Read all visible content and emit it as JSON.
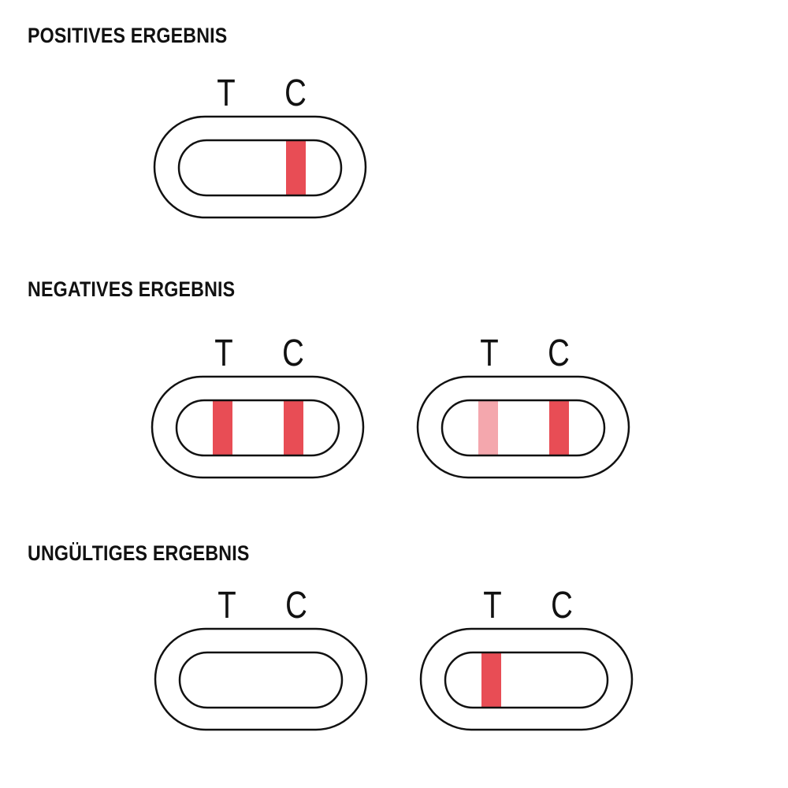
{
  "sections": [
    {
      "title": "POSITIVES ERGEBNIS",
      "cassettes": [
        {
          "t_label": "T",
          "c_label": "C",
          "lines": [
            {
              "position": "C",
              "intensity": "strong"
            }
          ]
        }
      ]
    },
    {
      "title": "NEGATIVES ERGEBNIS",
      "cassettes": [
        {
          "t_label": "T",
          "c_label": "C",
          "lines": [
            {
              "position": "T",
              "intensity": "strong"
            },
            {
              "position": "C",
              "intensity": "strong"
            }
          ]
        },
        {
          "t_label": "T",
          "c_label": "C",
          "lines": [
            {
              "position": "T",
              "intensity": "faint"
            },
            {
              "position": "C",
              "intensity": "strong"
            }
          ]
        }
      ]
    },
    {
      "title": "UNGÜLTIGES ERGEBNIS",
      "cassettes": [
        {
          "t_label": "T",
          "c_label": "C",
          "lines": []
        },
        {
          "t_label": "T",
          "c_label": "C",
          "lines": [
            {
              "position": "T",
              "intensity": "strong"
            }
          ]
        }
      ]
    }
  ],
  "colors": {
    "strong": "#e84d55",
    "faint": "#f4a7ad",
    "outline": "#111111"
  }
}
